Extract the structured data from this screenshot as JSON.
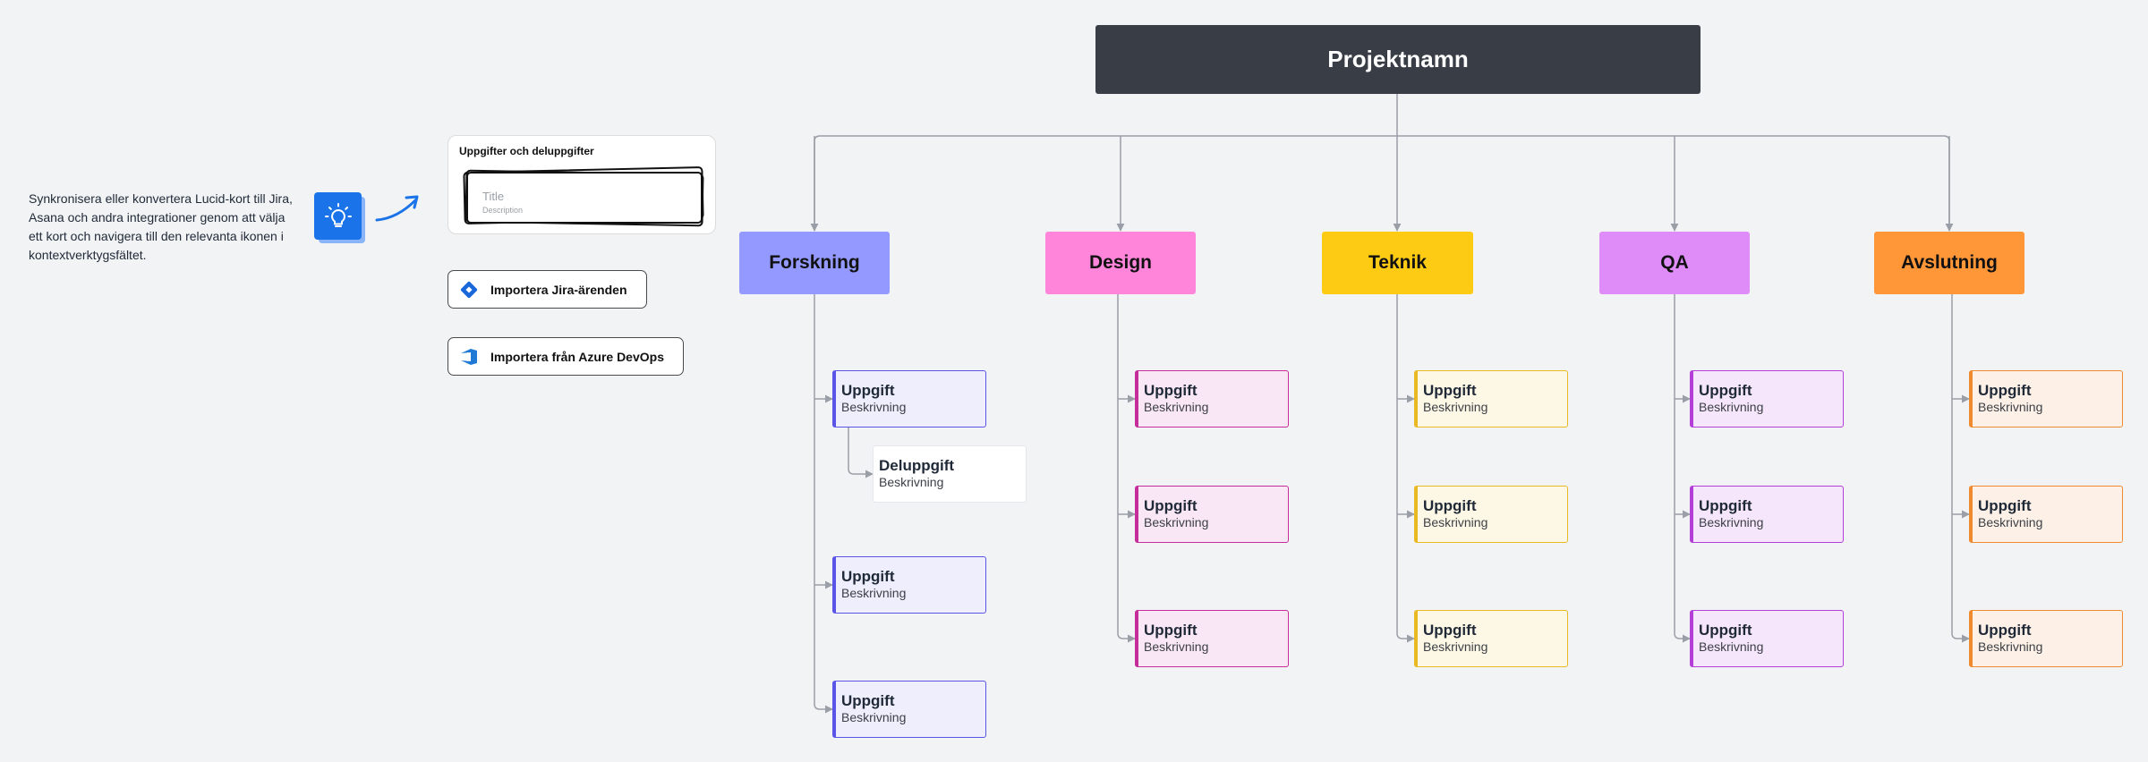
{
  "root": {
    "label": "Projektnamn",
    "color": "#393e46"
  },
  "phases": [
    {
      "id": "forskning",
      "label": "Forskning",
      "color": "#9499ff",
      "accent": "#5a55e6",
      "card_bg": "#eeeefc"
    },
    {
      "id": "design",
      "label": "Design",
      "color": "#ff85db",
      "accent": "#c42d9a",
      "card_bg": "#fae7f5"
    },
    {
      "id": "teknik",
      "label": "Teknik",
      "color": "#fdcb14",
      "accent": "#e8b923",
      "card_bg": "#fdf8e5"
    },
    {
      "id": "qa",
      "label": "QA",
      "color": "#df8cf8",
      "accent": "#b43fd8",
      "card_bg": "#f6e6fc"
    },
    {
      "id": "avslutning",
      "label": "Avslutning",
      "color": "#ff9638",
      "accent": "#ef8a2f",
      "card_bg": "#fdf1e7"
    }
  ],
  "tasks": {
    "forskning": [
      {
        "title": "Uppgift",
        "description": "Beskrivning"
      },
      {
        "title": "Uppgift",
        "description": "Beskrivning"
      },
      {
        "title": "Uppgift",
        "description": "Beskrivning"
      }
    ],
    "forskning_subtask": {
      "title": "Deluppgift",
      "description": "Beskrivning"
    },
    "design": [
      {
        "title": "Uppgift",
        "description": "Beskrivning"
      },
      {
        "title": "Uppgift",
        "description": "Beskrivning"
      },
      {
        "title": "Uppgift",
        "description": "Beskrivning"
      }
    ],
    "teknik": [
      {
        "title": "Uppgift",
        "description": "Beskrivning"
      },
      {
        "title": "Uppgift",
        "description": "Beskrivning"
      },
      {
        "title": "Uppgift",
        "description": "Beskrivning"
      }
    ],
    "qa": [
      {
        "title": "Uppgift",
        "description": "Beskrivning"
      },
      {
        "title": "Uppgift",
        "description": "Beskrivning"
      },
      {
        "title": "Uppgift",
        "description": "Beskrivning"
      }
    ],
    "avslutning": [
      {
        "title": "Uppgift",
        "description": "Beskrivning"
      },
      {
        "title": "Uppgift",
        "description": "Beskrivning"
      },
      {
        "title": "Uppgift",
        "description": "Beskrivning"
      }
    ]
  },
  "tip": {
    "text": "Synkronisera eller konvertera Lucid-kort till Jira, Asana och andra integrationer genom att välja ett kort och navigera till den relevanta ikonen i kontextverktygsfältet.",
    "icon": "lightbulb-icon"
  },
  "panel": {
    "title": "Uppgifter och deluppgifter",
    "card_title": "Title",
    "card_description": "Description"
  },
  "buttons": {
    "jira": {
      "label": "Importera Jira-ärenden",
      "icon": "jira-icon"
    },
    "azure": {
      "label": "Importera från Azure DevOps",
      "icon": "azure-devops-icon"
    }
  },
  "colors": {
    "connector": "#9a9ea6",
    "background": "#f2f3f5",
    "subtask_border": "#e6e6ec"
  }
}
